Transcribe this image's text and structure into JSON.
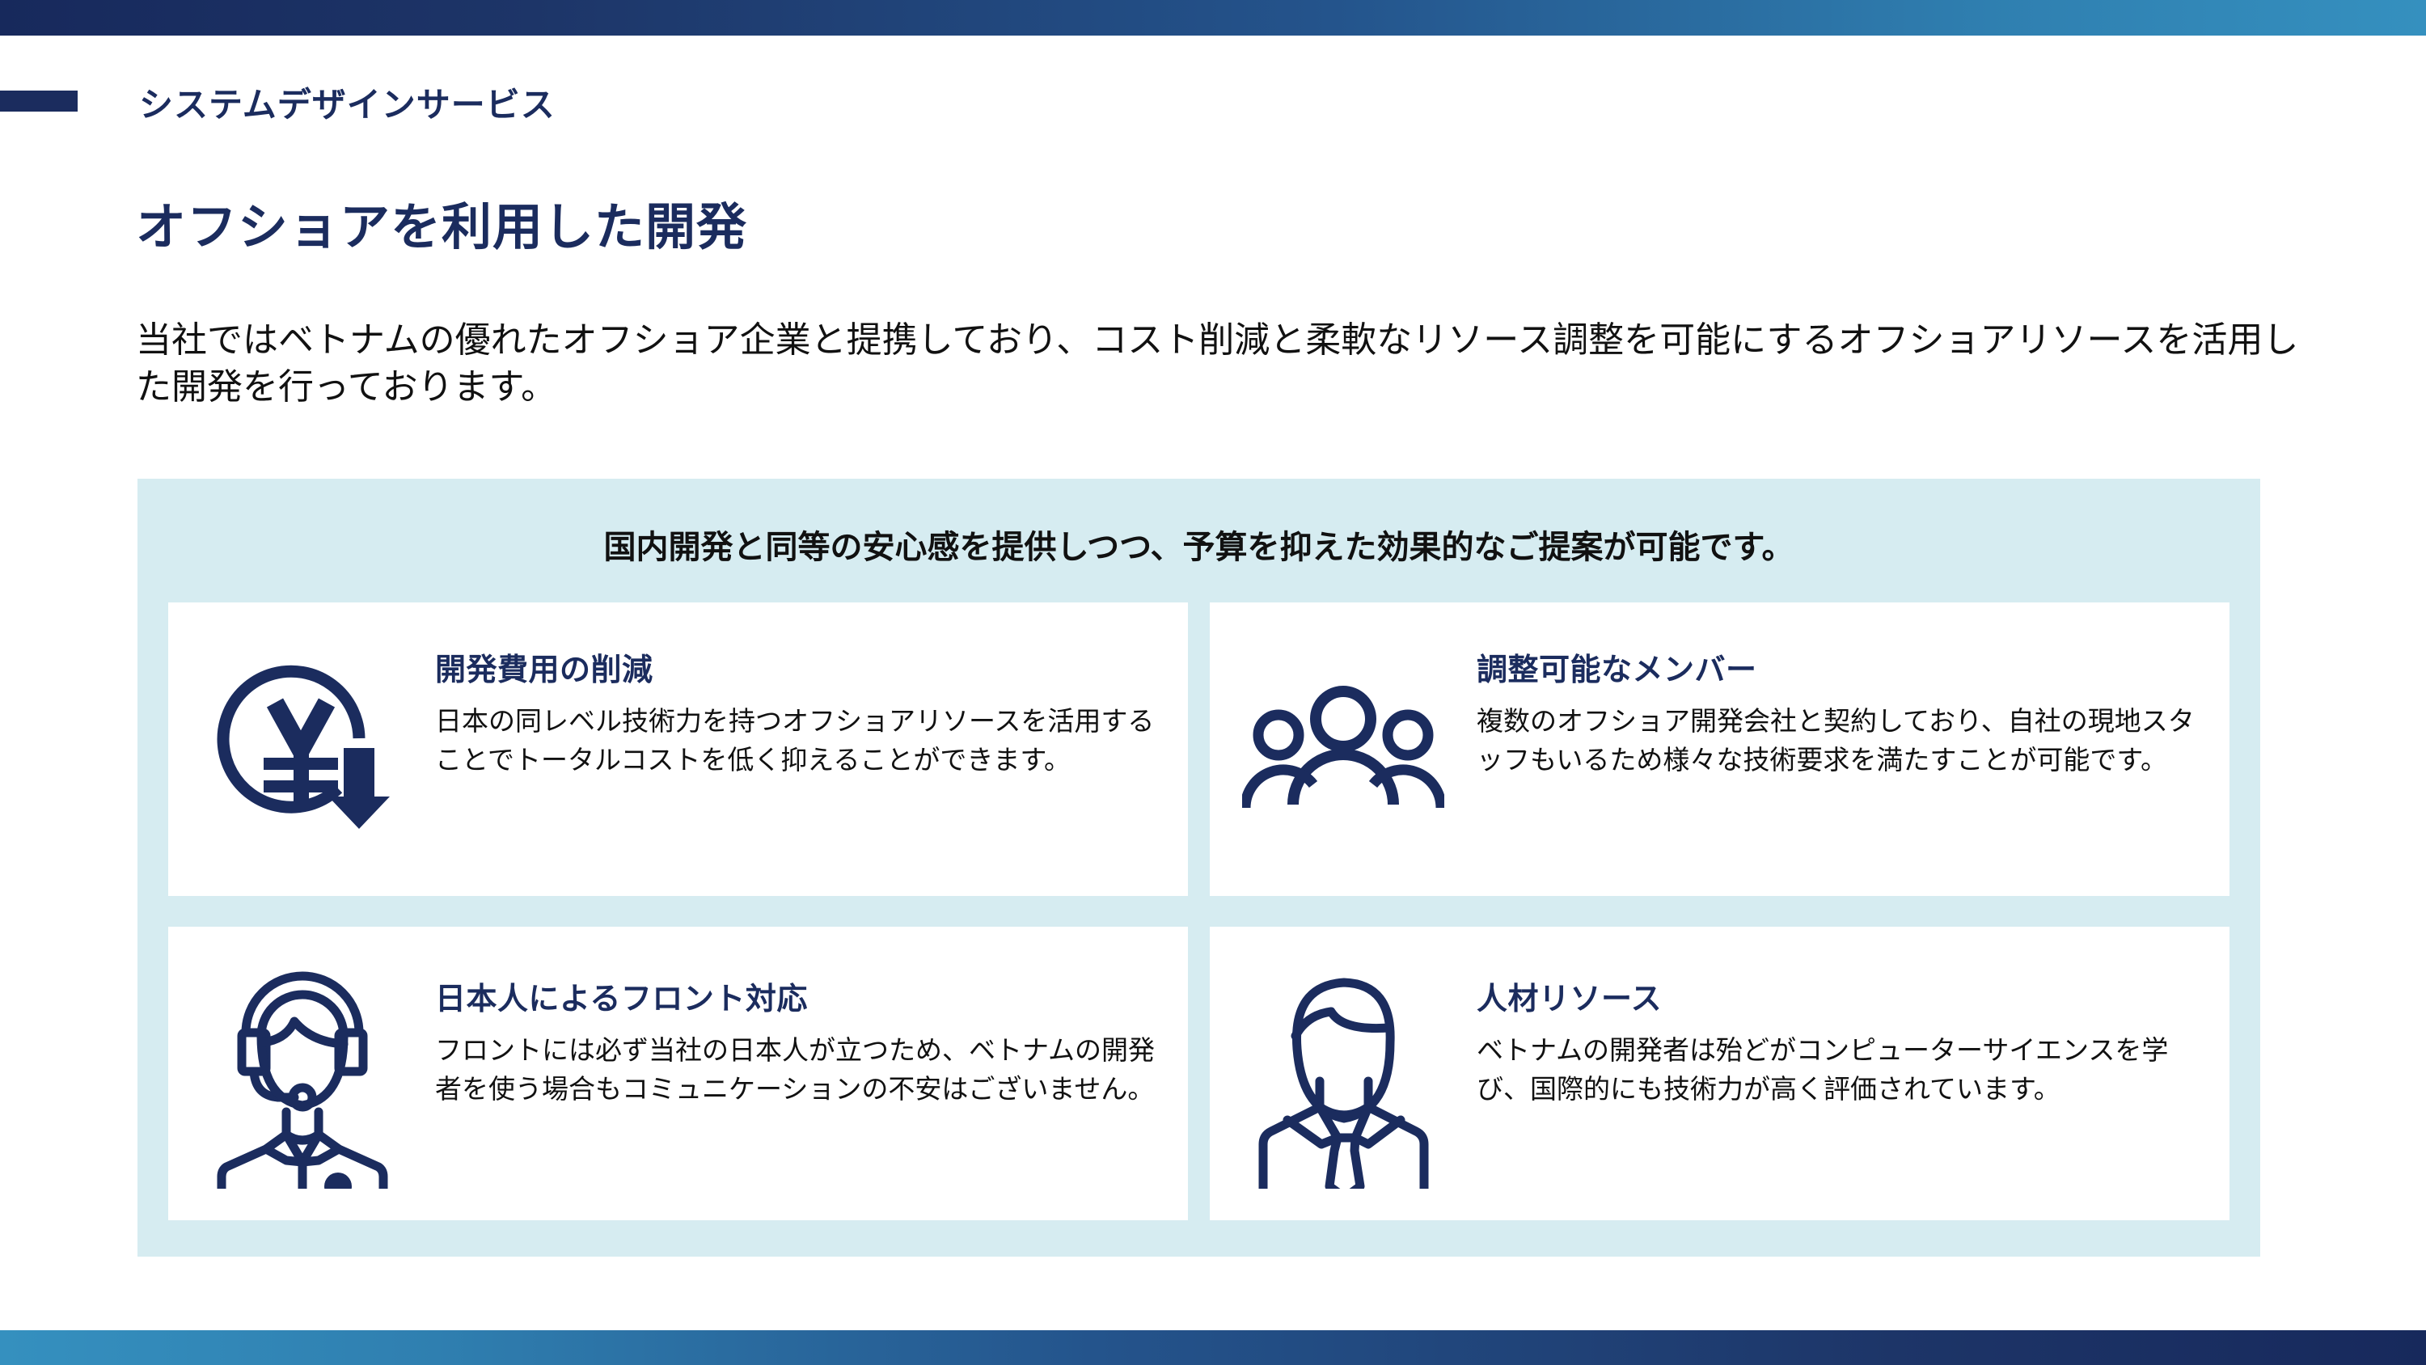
{
  "theme": {
    "navy": "#1b2c5e",
    "panel_bg": "#d6ecf1",
    "card_bg": "#ffffff",
    "body_text": "#111111",
    "bar_gradient_from": "#17295c",
    "bar_gradient_to": "#3590bf"
  },
  "header": {
    "eyebrow": "システムデザインサービス",
    "title": "オフショアを利用した開発",
    "lede": "当社ではベトナムの優れたオフショア企業と提携しており、コスト削減と柔軟なリソース調整を可能にするオフショアリソースを活用した開発を行っております。"
  },
  "panel": {
    "heading": "国内開発と同等の安心感を提供しつつ、予算を抑えた効果的なご提案が可能です。",
    "cards": [
      {
        "icon": "yen-decrease-icon",
        "title": "開発費用の削減",
        "text": "日本の同レベル技術力を持つオフショアリソースを活用することでトータルコストを低く抑えることができます。"
      },
      {
        "icon": "people-group-icon",
        "title": "調整可能なメンバー",
        "text": "複数のオフショア開発会社と契約しており、自社の現地スタッフもいるため様々な技術要求を満たすことが可能です。"
      },
      {
        "icon": "headset-support-agent-icon",
        "title": "日本人によるフロント対応",
        "text": "フロントには必ず当社の日本人が立つため、ベトナムの開発者を使う場合もコミュニケーションの不安はございません。"
      },
      {
        "icon": "businessman-avatar-icon",
        "title": "人材リソース",
        "text": "ベトナムの開発者は殆どがコンピューターサイエンスを学び、国際的にも技術力が高く評価されています。"
      }
    ]
  }
}
